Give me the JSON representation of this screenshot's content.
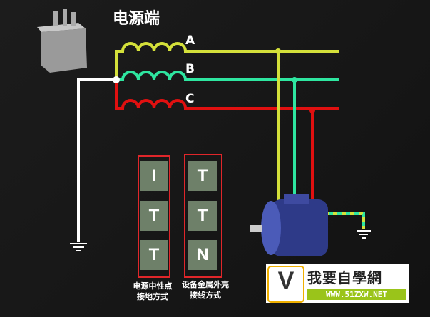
{
  "title": "电源端",
  "phases": [
    "A",
    "B",
    "C"
  ],
  "colors": {
    "A": "#d4e03a",
    "B": "#2ee6a0",
    "C": "#e01010",
    "neutral": "#ffffff"
  },
  "table": {
    "col1": [
      "I",
      "T",
      "T"
    ],
    "col2": [
      "T",
      "T",
      "N"
    ]
  },
  "captions": {
    "left": [
      "电源中性点",
      "接地方式"
    ],
    "right": [
      "设备金属外壳",
      "接线方式"
    ]
  },
  "logo": {
    "name": "我要自學網",
    "url": "WWW.51ZXW.NET"
  }
}
